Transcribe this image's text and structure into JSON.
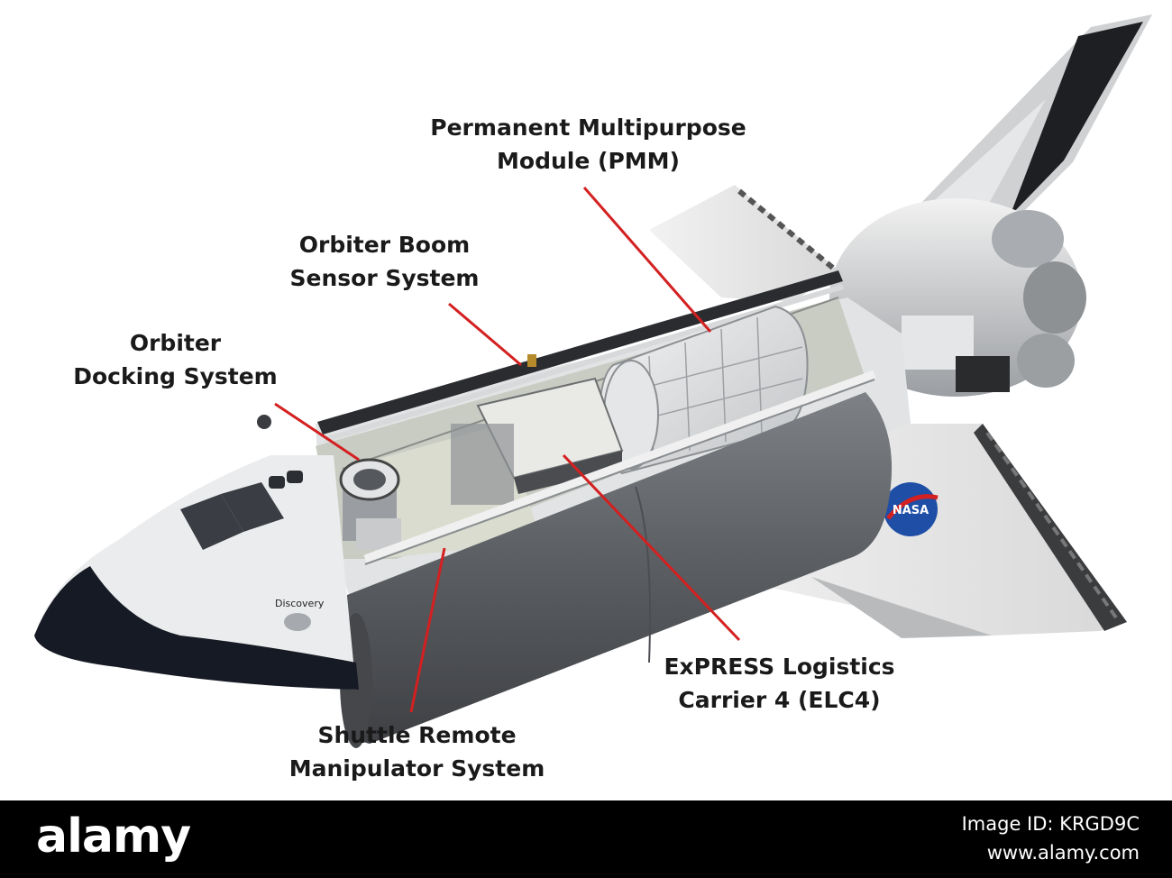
{
  "callouts": {
    "pmm": {
      "line1": "Permanent Multipurpose",
      "line2": "Module (PMM)"
    },
    "obss": {
      "line1": "Orbiter Boom",
      "line2": "Sensor System"
    },
    "ods": {
      "line1": "Orbiter",
      "line2": "Docking System"
    },
    "elc4": {
      "line1": "ExPRESS Logistics",
      "line2": "Carrier 4 (ELC4)"
    },
    "srms": {
      "line1": "Shuttle Remote",
      "line2": "Manipulator System"
    }
  },
  "orbiter_name": "Discovery",
  "agency_logo_text": "NASA",
  "footer": {
    "brand": "alamy",
    "image_id": "Image ID: KRGD9C",
    "site": "www.alamy.com"
  },
  "colors": {
    "leader_line": "#d42020",
    "footer_bg": "#000000",
    "hull_white": "#ececec",
    "hull_shadow": "#bcbcbc",
    "nose_black": "#161a24",
    "cargo_door": "#5f6266",
    "nasa_blue": "#1e4ea6"
  }
}
